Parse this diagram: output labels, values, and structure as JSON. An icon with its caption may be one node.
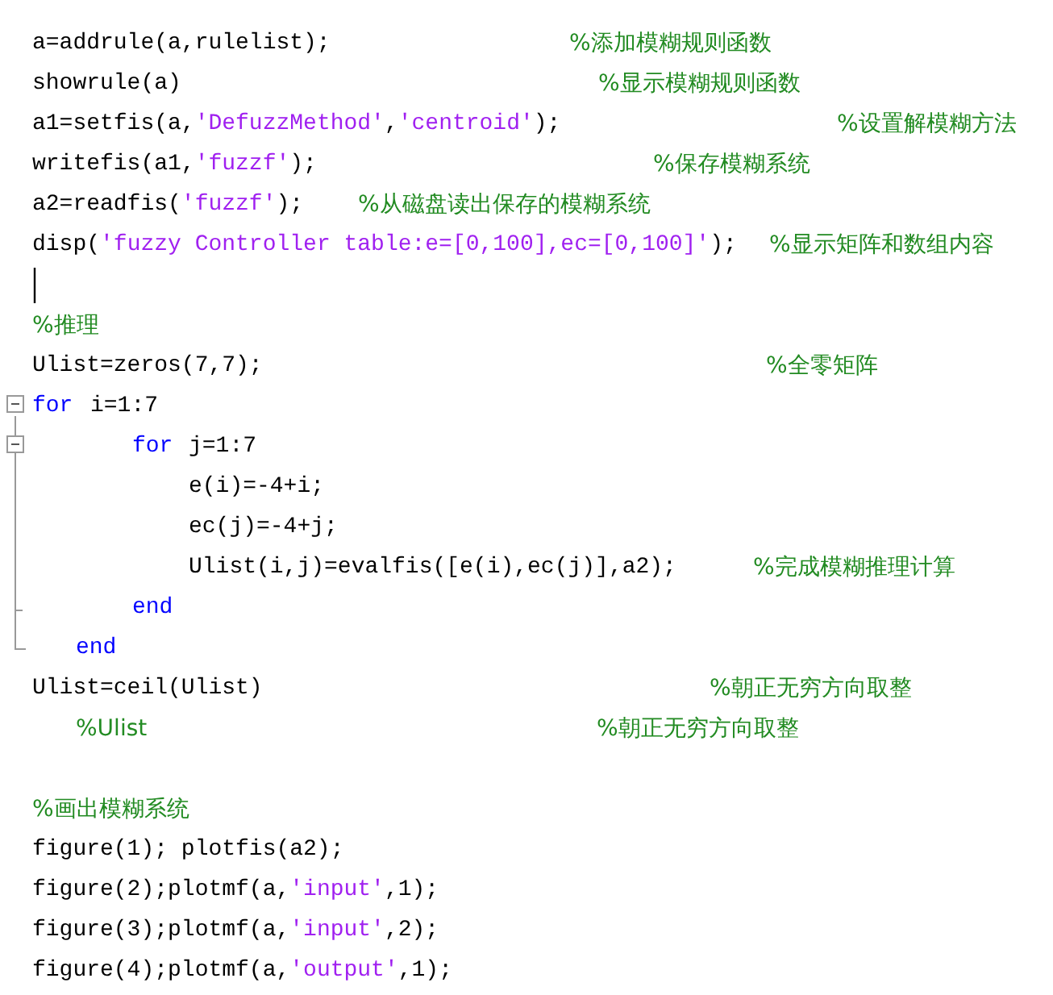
{
  "diagram": {
    "labels": [
      "a=addrule(a,rulelist);",
      "%添加模糊规则函数",
      "showrule(a)",
      "%显示模糊规则函数",
      "a1=setfis(a,'DefuzzMethod','centroid');",
      "%设置解模糊方法",
      "writefis(a1,'fuzzf');",
      "%保存模糊系统",
      "a2=readfis('fuzzf');",
      "%从磁盘读出保存的模糊系统",
      "disp('fuzzy Controller table:e=[0,100],ec=[0,100]');",
      "%显示矩阵和数组内容",
      "%推理",
      "Ulist=zeros(7,7);",
      "%全零矩阵",
      "for",
      "i=1:7",
      "for",
      "j=1:7",
      "e(i)=-4+i;",
      "ec(j)=-4+j;",
      "Ulist(i,j)=evalfis([e(i),ec(j)],a2);",
      "%完成模糊推理计算",
      "end",
      "end",
      "Ulist=ceil(Ulist)",
      "%朝正无穷方向取整",
      "%Ulist",
      "%朝正无穷方向取整",
      "%画出模糊系统",
      "figure(1); plotfis(a2);",
      "figure(2);plotmf(a,'input',1);",
      "figure(3);plotmf(a,'input',2);",
      "figure(4);plotmf(a,'output',1);"
    ]
  }
}
